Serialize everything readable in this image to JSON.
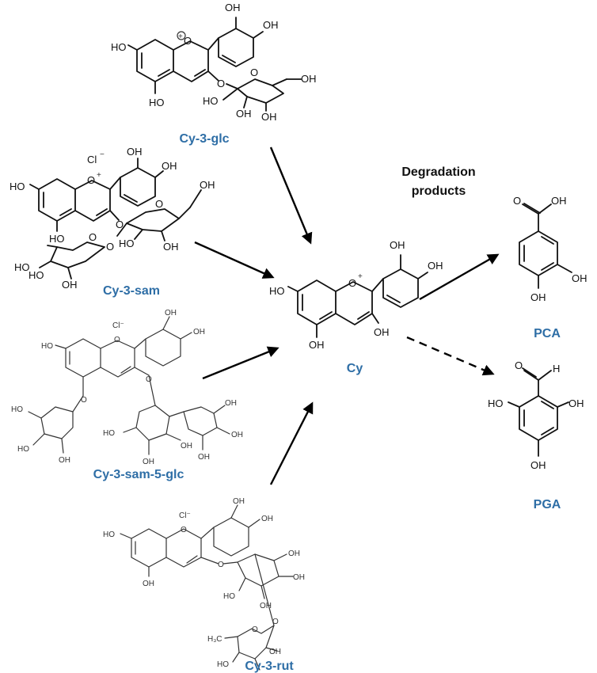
{
  "heading": {
    "line1": "Degradation",
    "line2": "products"
  },
  "compounds": {
    "cy3glc": "Cy-3-glc",
    "cy3sam": "Cy-3-sam",
    "cy3sam5glc": "Cy-3-sam-5-glc",
    "cy3rut": "Cy-3-rut",
    "cy": "Cy",
    "pca": "PCA",
    "pga": "PGA"
  },
  "atoms": {
    "oh": "OH",
    "ho": "HO",
    "o": "O",
    "h": "H",
    "plus": "+",
    "cl": "Cl",
    "minus": "−",
    "cl_minus": "Cl⁻",
    "methyl": "H₃C"
  },
  "colors": {
    "name_label": "#2e6ea6",
    "bonds": "#111111"
  }
}
